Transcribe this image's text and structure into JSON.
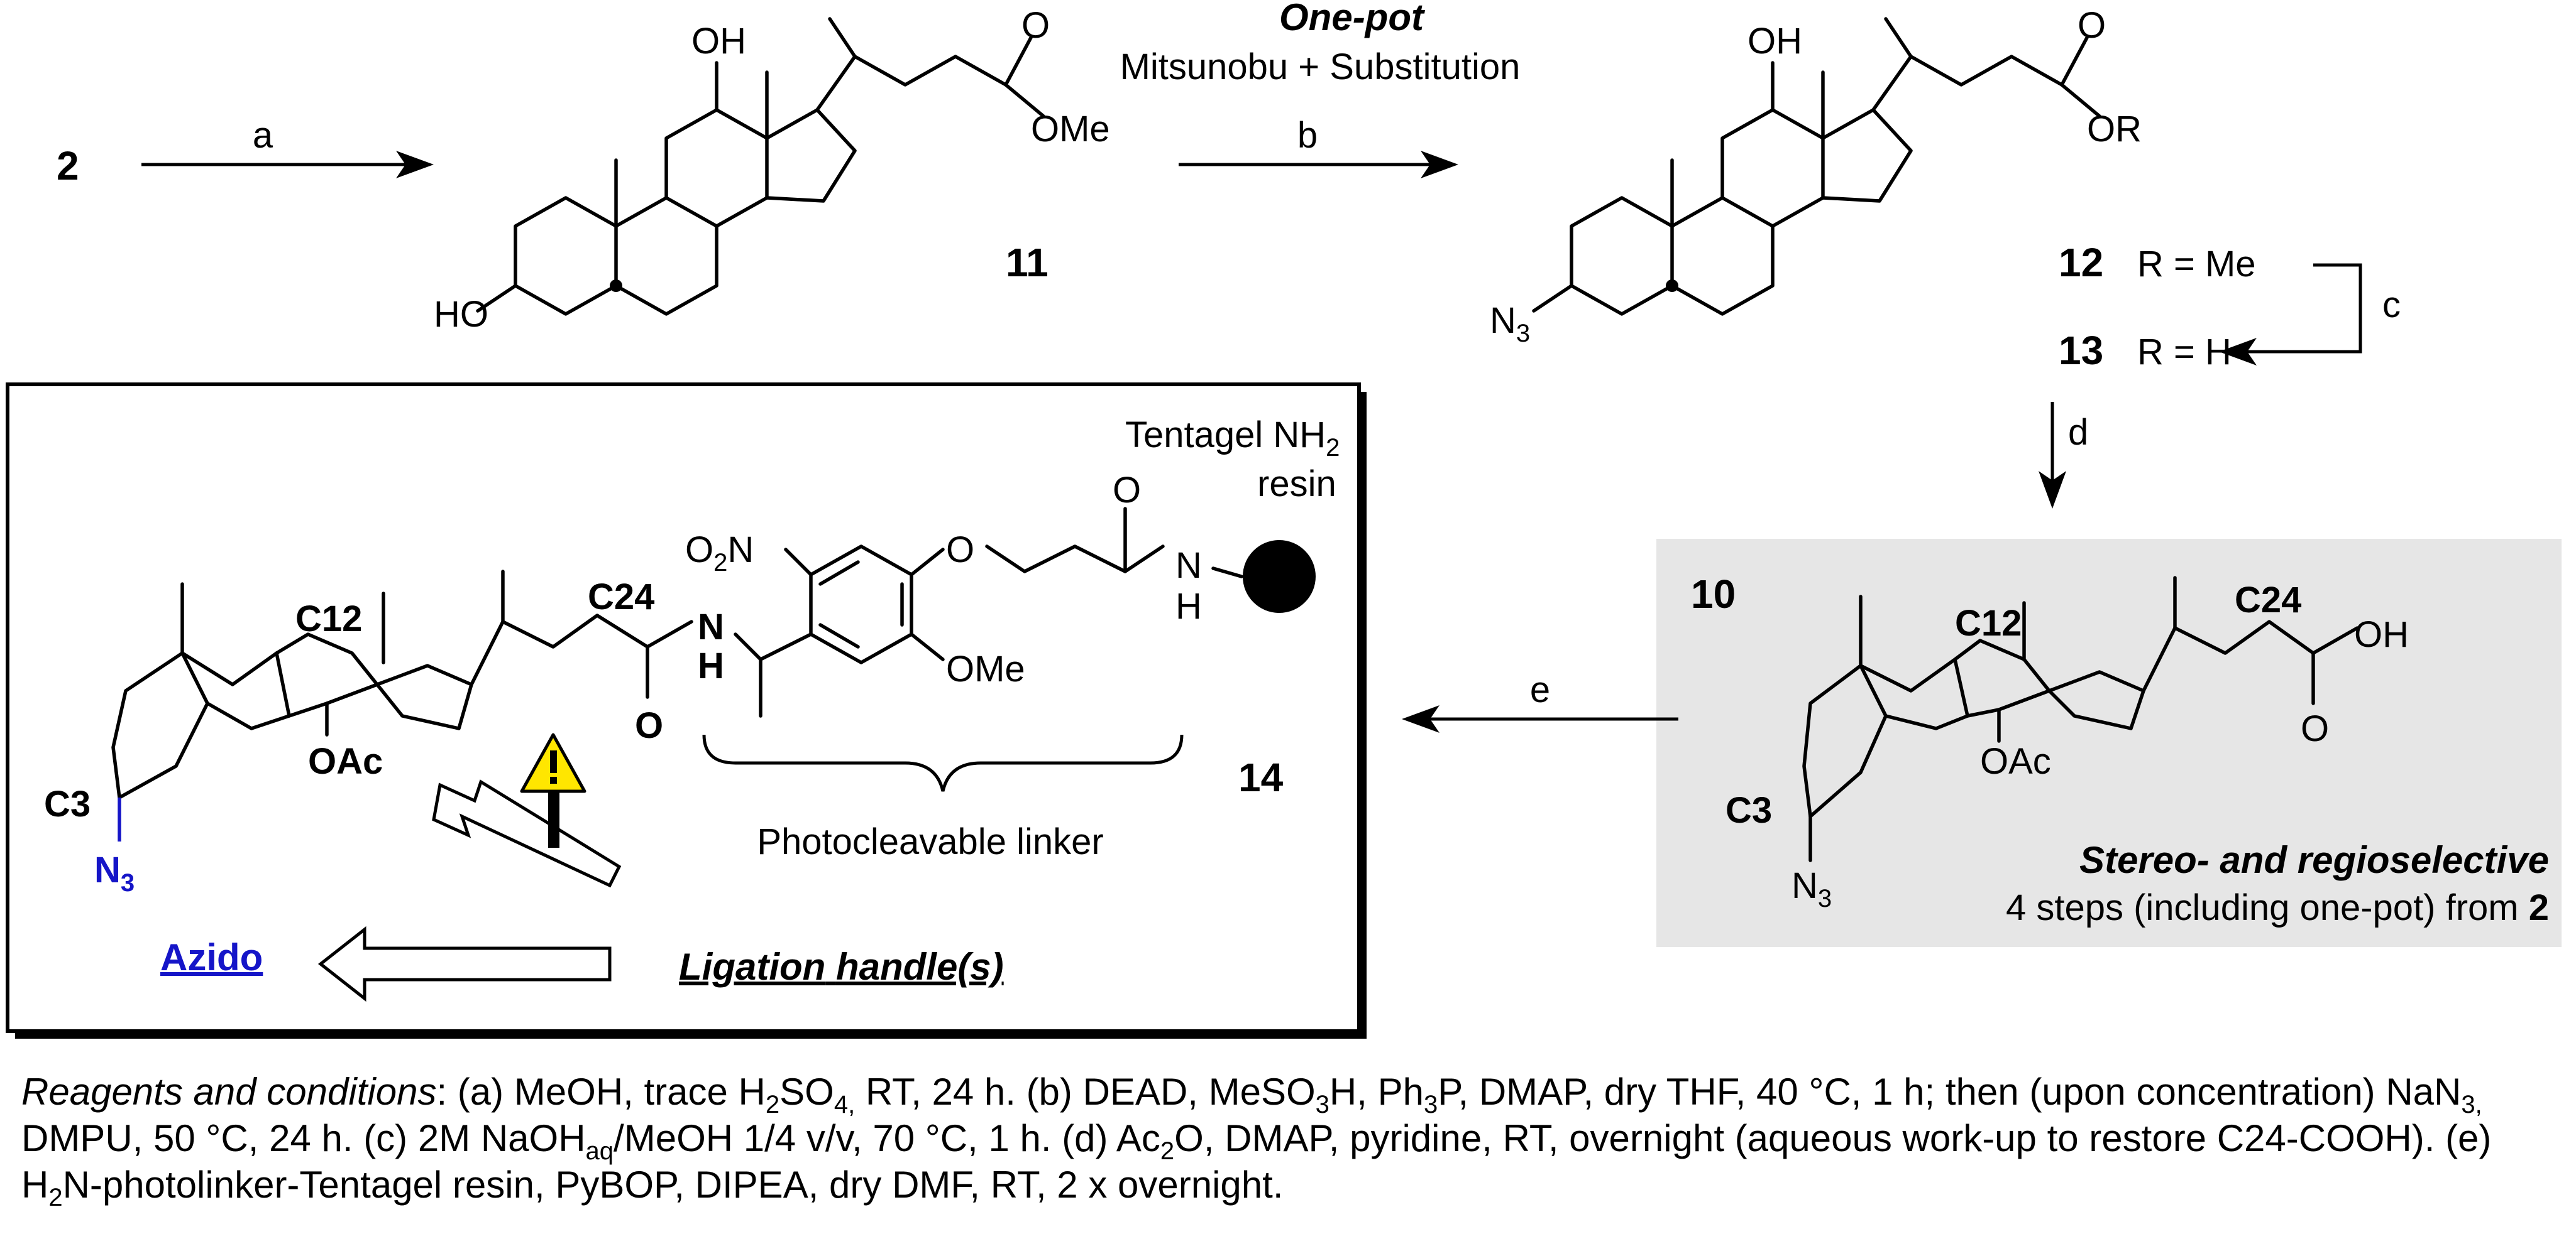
{
  "compounds": {
    "start": "2",
    "c11": "11",
    "c12": "12",
    "c13": "13",
    "c10": "10",
    "c14": "14"
  },
  "labels": {
    "r_me": "R = Me",
    "r_h": "R = H",
    "ome": "OMe",
    "or": "OR",
    "oh": "OH",
    "o": "O",
    "ho": "HO",
    "n3_n": "N",
    "n3_sub": "3",
    "c3": "C3",
    "c12": "C12",
    "c24": "C24",
    "oac": "OAc",
    "no2_o": "O",
    "no2_sub": "2",
    "no2_n": "N",
    "nh_n": "N",
    "nh_h": "H"
  },
  "steps": {
    "a": "a",
    "b": "b",
    "c": "c",
    "d": "d",
    "e": "e",
    "onepot": "One-pot",
    "onepot_detail": "Mitsunobu + Substitution"
  },
  "box10": {
    "stereo": "Stereo- and regioselective",
    "steps_note": "4 steps (including one-pot) from",
    "steps_ref": "2"
  },
  "box14": {
    "tentagel": "Tentagel NH",
    "tentagel_sub": "2",
    "resin": "resin",
    "photo": "Photocleavable linker",
    "azido": "Azido",
    "ligation": "Ligation",
    "handles": "handle(s)"
  },
  "conditions": {
    "heading": "Reagents and conditions",
    "a": ": (a) MeOH, trace H",
    "a_sub": "2",
    "a2": "SO",
    "a_sub2": "4,",
    "a3": " RT, 24 h. (b) DEAD, MeSO",
    "b_sub": "3",
    "b2": "H, Ph",
    "b_sub2": "3",
    "b3": "P, DMAP, dry THF, 40 °C, 1 h; then (upon concentration) NaN",
    "b_sub3": "3,",
    "b4": " DMPU, 50 °C, 24 h. (c) 2M NaOH",
    "c_sub": "aq",
    "c2": "/MeOH 1/4 v/v, 70 °C, 1 h. (d) Ac",
    "d_sub": "2",
    "d2": "O, DMAP, pyridine, RT, overnight (aqueous work-up to restore C24-COOH). (e) H",
    "e_sub": "2",
    "e2": "N-photolinker-Tentagel resin, PyBOP, DIPEA, dry DMF, RT, 2 x overnight."
  },
  "colors": {
    "azide": "#1515c8",
    "box10_fill": "#e6e6e6",
    "warning": "#ffe600",
    "azido_link": "#1515c8"
  }
}
